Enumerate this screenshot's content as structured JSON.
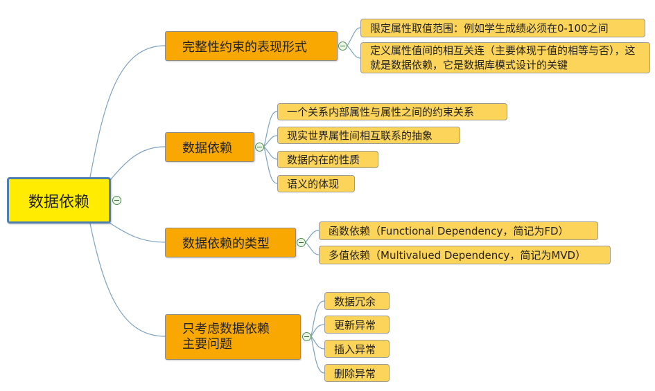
{
  "root": {
    "label": "数据依赖"
  },
  "branches": [
    {
      "label": "完整性约束的表现形式",
      "children": [
        "限定属性取值范围：例如学生成绩必须在0-100之间",
        "定义属性值间的相互关连（主要体现于值的相等与否），这就是数据依赖，它是数据库模式设计的关键"
      ]
    },
    {
      "label": "数据依赖",
      "children": [
        "一个关系内部属性与属性之间的约束关系",
        "现实世界属性间相互联系的抽象",
        "数据内在的性质",
        "语义的体现"
      ]
    },
    {
      "label": "数据依赖的类型",
      "children": [
        "函数依赖（Functional Dependency，简记为FD）",
        "多值依赖（Multivalued Dependency，简记为MVD）"
      ]
    },
    {
      "label": "只考虑数据依赖\n主要问题",
      "children": [
        "数据冗余",
        "更新异常",
        "插入异常",
        "删除异常"
      ]
    }
  ],
  "colors": {
    "root_fill": "#ffec00",
    "root_border": "#4e7fb0",
    "branch_fill": "#f8a800",
    "leaf_fill": "#fcd45a",
    "connector": "#7ba0c0"
  },
  "icons": {
    "collapse": "collapse-minus-icon"
  }
}
